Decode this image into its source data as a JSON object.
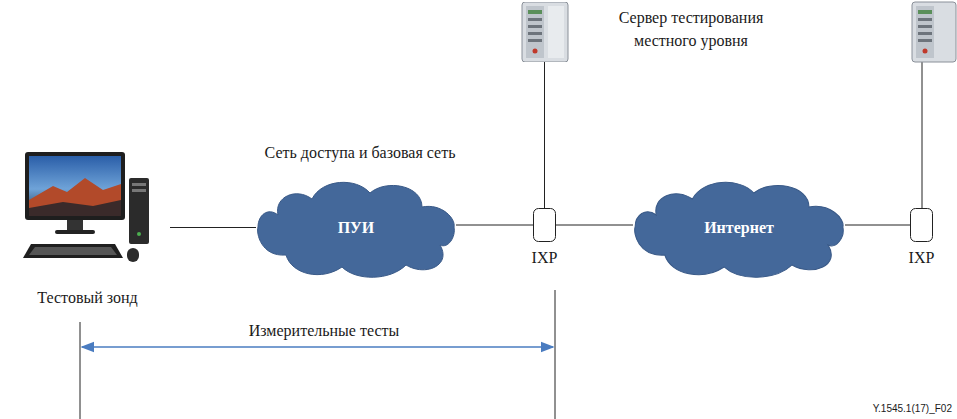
{
  "diagram": {
    "nodes": [
      {
        "text": [
          "Тестовый зонд"
        ]
      },
      {
        "text": [
          "ПУИ"
        ]
      },
      {
        "text": [
          "IXP"
        ]
      },
      {
        "text": [
          "Сервер тестирования местного уровня"
        ]
      },
      {
        "text": [
          "Интернет"
        ]
      },
      {
        "text": [
          "IXP"
        ]
      }
    ],
    "edges": [
      {
        "from": 0,
        "to": 1,
        "arrow": "none"
      },
      {
        "from": 1,
        "to": 2,
        "arrow": "none"
      },
      {
        "from": 3,
        "to": 2,
        "arrow": "none"
      },
      {
        "from": 2,
        "to": 4,
        "arrow": "none"
      },
      {
        "from": 4,
        "to": 5,
        "arrow": "none"
      }
    ],
    "labels": [
      "Сеть доступа и базовая сеть",
      "Измерительные тесты",
      "Y.1545.1(17)_F02"
    ]
  }
}
